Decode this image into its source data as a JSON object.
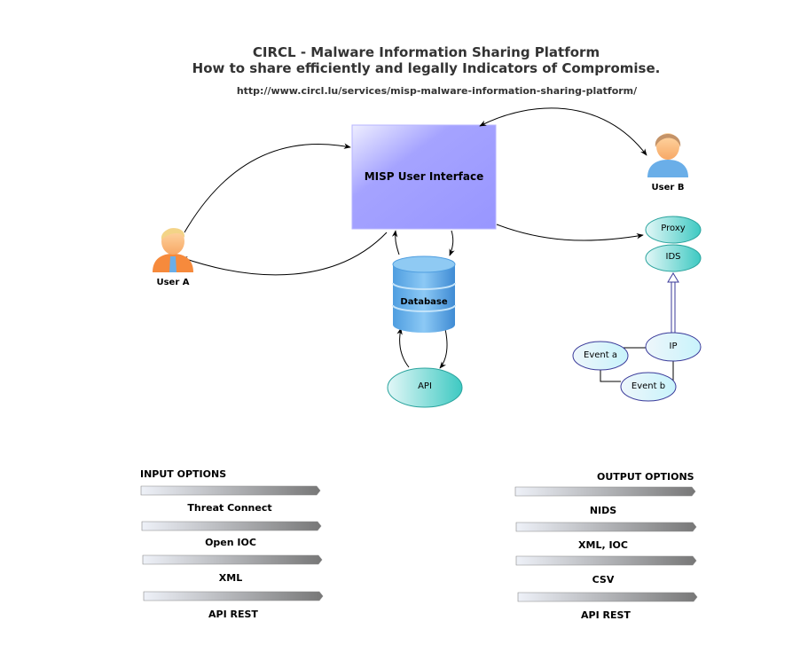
{
  "header": {
    "title_line1": "CIRCL - Malware Information Sharing Platform",
    "title_line2": "How to share efficiently and legally Indicators of Compromise.",
    "url": "http://www.circl.lu/services/misp-malware-information-sharing-platform/"
  },
  "nodes": {
    "misp_ui": "MISP User Interface",
    "user_a": "User A",
    "user_b": "User B",
    "database": "Database",
    "api": "API",
    "proxy": "Proxy",
    "ids": "IDS",
    "ip": "IP",
    "event_a": "Event a",
    "event_b": "Event b"
  },
  "input_options": {
    "title": "INPUT OPTIONS",
    "items": [
      "Threat Connect",
      "Open IOC",
      "XML",
      "API REST"
    ]
  },
  "output_options": {
    "title": "OUTPUT OPTIONS",
    "items": [
      "NIDS",
      "XML, IOC",
      "CSV",
      "API REST"
    ]
  },
  "colors": {
    "misp_box": "#9b98ff",
    "teal_node": "#49ccc6",
    "light_node": "#d8f6fb",
    "database": "#5aa9e6"
  }
}
